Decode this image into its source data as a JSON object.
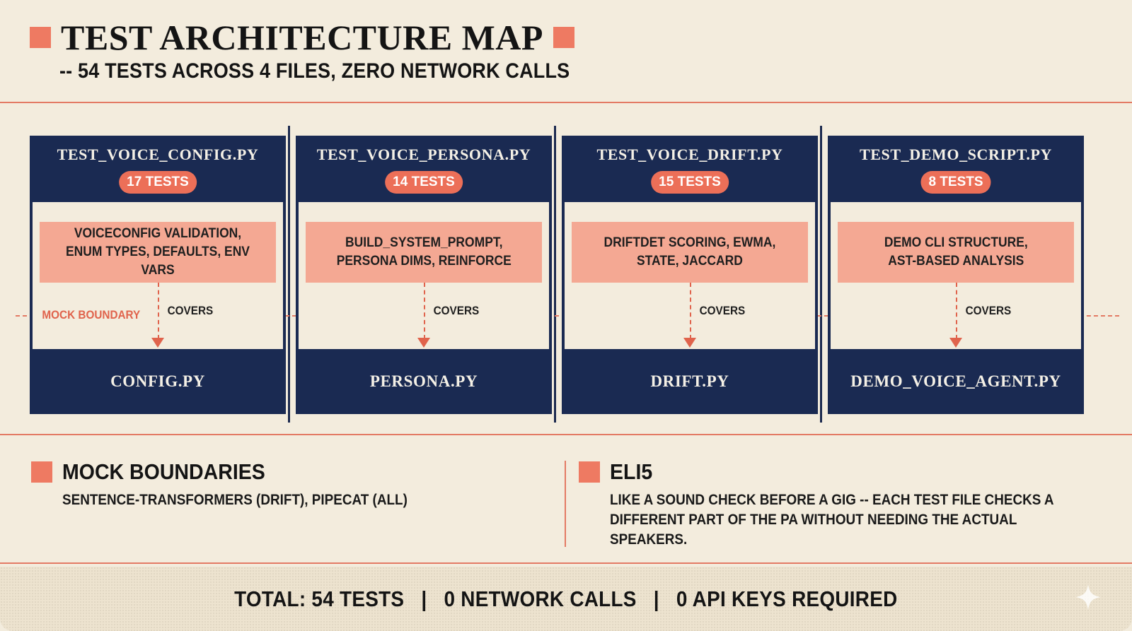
{
  "header": {
    "title": "TEST ARCHITECTURE MAP",
    "subtitle": "-- 54 TESTS ACROSS 4 FILES, ZERO NETWORK CALLS"
  },
  "mock_boundary_label": "MOCK BOUNDARY",
  "columns": [
    {
      "test_file": "TEST_VOICE_CONFIG.PY",
      "badge": "17 TESTS",
      "description": "VOICECONFIG VALIDATION,\nENUM TYPES, DEFAULTS, ENV VARS",
      "edge_label": "COVERS",
      "source_file": "CONFIG.PY"
    },
    {
      "test_file": "TEST_VOICE_PERSONA.PY",
      "badge": "14 TESTS",
      "description": "BUILD_SYSTEM_PROMPT,\nPERSONA DIMS, REINFORCE",
      "edge_label": "COVERS",
      "source_file": "PERSONA.PY"
    },
    {
      "test_file": "TEST_VOICE_DRIFT.PY",
      "badge": "15 TESTS",
      "description": "DRIFTDET SCORING, EWMA,\nSTATE, JACCARD",
      "edge_label": "COVERS",
      "source_file": "DRIFT.PY"
    },
    {
      "test_file": "TEST_DEMO_SCRIPT.PY",
      "badge": "8 TESTS",
      "description": "DEMO CLI STRUCTURE,\nAST-BASED ANALYSIS",
      "edge_label": "COVERS",
      "source_file": "DEMO_VOICE_AGENT.PY"
    }
  ],
  "mock_boundaries": {
    "title": "MOCK BOUNDARIES",
    "text": "SENTENCE-TRANSFORMERS (DRIFT), PIPECAT (ALL)"
  },
  "eli5": {
    "title": "ELI5",
    "line1": "LIKE A SOUND CHECK BEFORE A GIG -- EACH TEST FILE CHECKS A",
    "line2": "DIFFERENT PART OF THE PA WITHOUT NEEDING THE ACTUAL SPEAKERS."
  },
  "footer": {
    "text": "TOTAL: 54 TESTS   |   0 NETWORK CALLS   |   0 API KEYS REQUIRED"
  },
  "colors": {
    "background": "#f3ecdd",
    "navy": "#1a2a52",
    "coral": "#ee7a62",
    "salmon_box": "#f4a893"
  }
}
